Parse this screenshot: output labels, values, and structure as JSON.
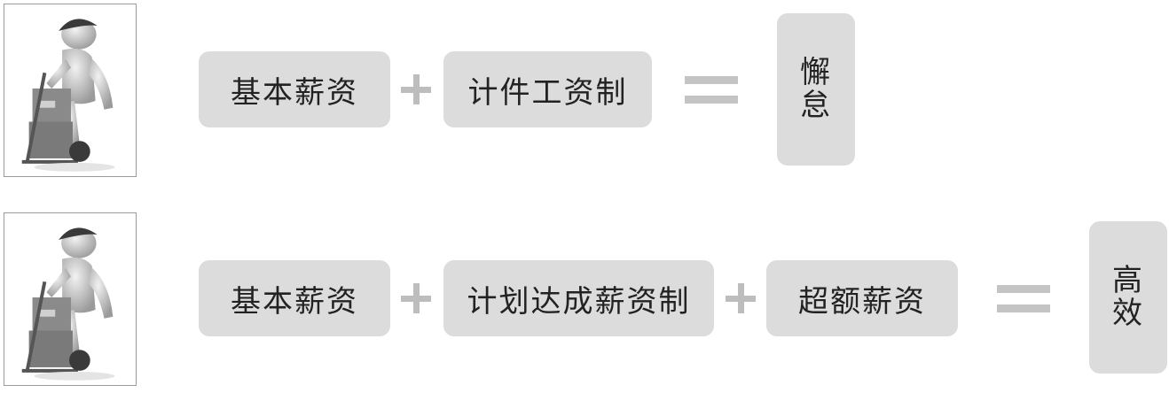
{
  "rows": [
    {
      "terms": [
        "基本薪资",
        "计件工资制"
      ],
      "result": [
        "懈",
        "怠"
      ]
    },
    {
      "terms": [
        "基本薪资",
        "计划达成薪资制",
        "超额薪资"
      ],
      "result": [
        "高",
        "效"
      ]
    }
  ],
  "colors": {
    "box_fill": "#dcdcdc",
    "operator": "#bdbdbd"
  },
  "icons": [
    "delivery-worker-hand-truck-icon",
    "plus-icon",
    "equals-icon"
  ]
}
